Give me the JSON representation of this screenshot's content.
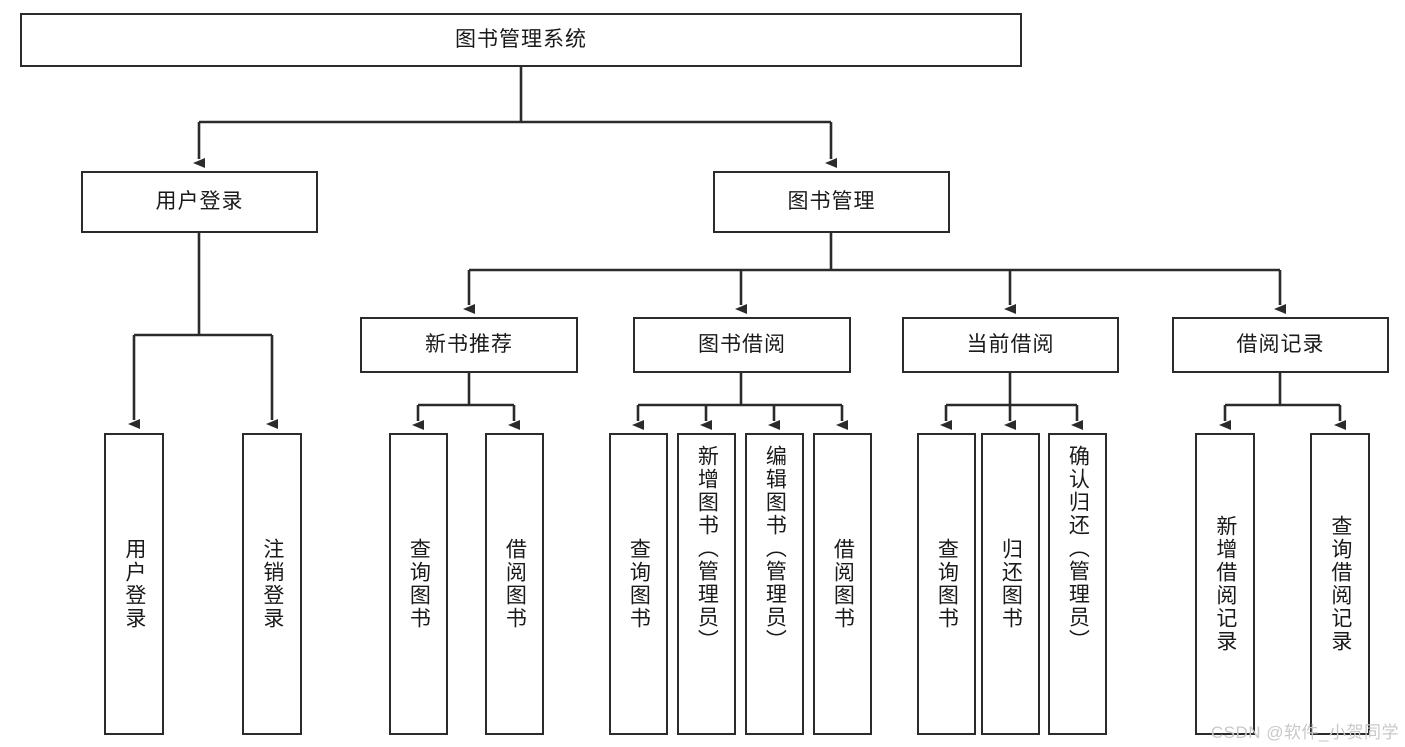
{
  "diagram": {
    "title": "图书管理系统",
    "type": "hierarchy-tree",
    "watermark": "CSDN @软件_小贺同学",
    "colors": {
      "line": "#2b2b2b",
      "box_fill": "#ffffff",
      "text": "#1a1a1a",
      "watermark": "#c9c9c9"
    },
    "root": {
      "label": "图书管理系统"
    },
    "level2": [
      {
        "label": "用户登录"
      },
      {
        "label": "图书管理"
      }
    ],
    "level3": [
      {
        "label": "新书推荐"
      },
      {
        "label": "图书借阅"
      },
      {
        "label": "当前借阅"
      },
      {
        "label": "借阅记录"
      }
    ],
    "leaves": {
      "user_login": [
        {
          "label": "用户登录"
        },
        {
          "label": "注销登录"
        }
      ],
      "new_book_recommend": [
        {
          "label": "查询图书"
        },
        {
          "label": "借阅图书"
        }
      ],
      "book_borrow": [
        {
          "label": "查询图书"
        },
        {
          "label": "新增图书（管理员）"
        },
        {
          "label": "编辑图书（管理员）"
        },
        {
          "label": "借阅图书"
        }
      ],
      "current_borrow": [
        {
          "label": "查询图书"
        },
        {
          "label": "归还图书"
        },
        {
          "label": "确认归还（管理员）"
        }
      ],
      "borrow_record": [
        {
          "label": "新增借阅记录"
        },
        {
          "label": "查询借阅记录"
        }
      ]
    }
  }
}
